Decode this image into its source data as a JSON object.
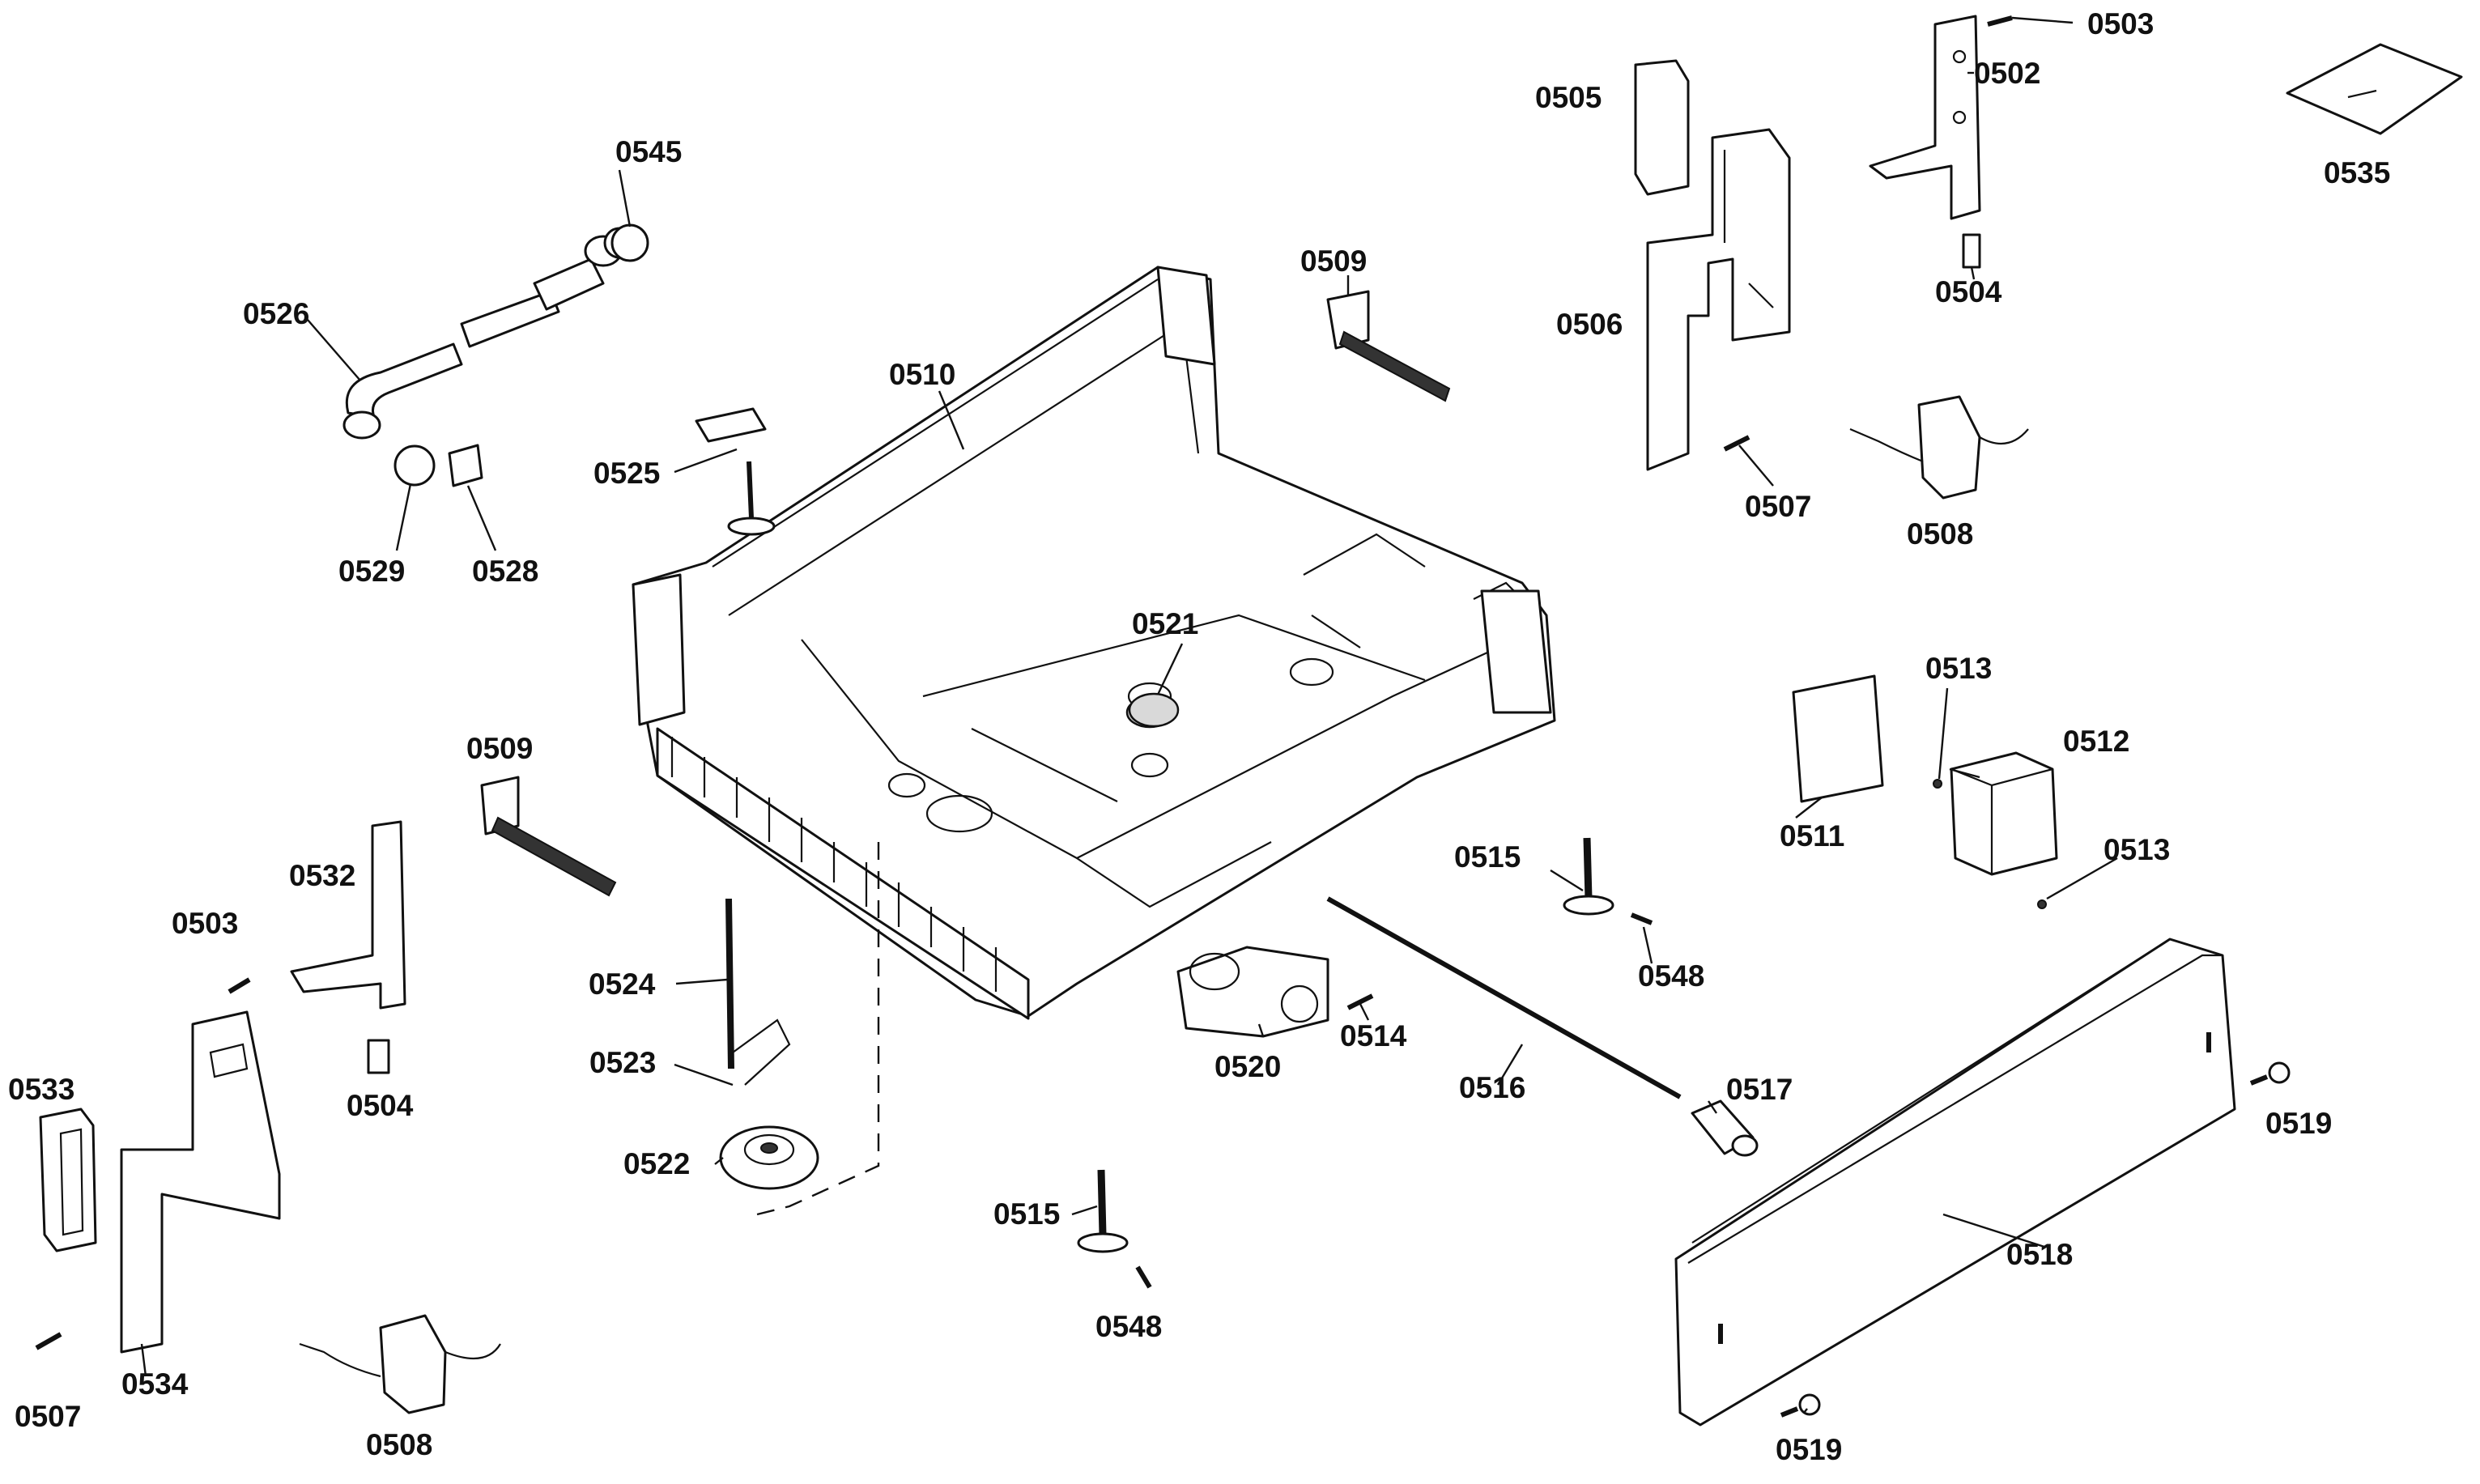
{
  "diagram": {
    "type": "exploded-parts-diagram",
    "callouts": [
      {
        "id": "c-0503-top",
        "label": "0503"
      },
      {
        "id": "c-0502",
        "label": "0502"
      },
      {
        "id": "c-0505",
        "label": "0505"
      },
      {
        "id": "c-0535",
        "label": "0535"
      },
      {
        "id": "c-0545",
        "label": "0545"
      },
      {
        "id": "c-0509-top",
        "label": "0509"
      },
      {
        "id": "c-0504-top",
        "label": "0504"
      },
      {
        "id": "c-0526",
        "label": "0526"
      },
      {
        "id": "c-0506",
        "label": "0506"
      },
      {
        "id": "c-0510",
        "label": "0510"
      },
      {
        "id": "c-0525",
        "label": "0525"
      },
      {
        "id": "c-0507-top",
        "label": "0507"
      },
      {
        "id": "c-0508-top",
        "label": "0508"
      },
      {
        "id": "c-0529",
        "label": "0529"
      },
      {
        "id": "c-0528",
        "label": "0528"
      },
      {
        "id": "c-0521",
        "label": "0521"
      },
      {
        "id": "c-0513-top",
        "label": "0513"
      },
      {
        "id": "c-0512",
        "label": "0512"
      },
      {
        "id": "c-0509-left",
        "label": "0509"
      },
      {
        "id": "c-0511",
        "label": "0511"
      },
      {
        "id": "c-0515-right",
        "label": "0515"
      },
      {
        "id": "c-0513-right",
        "label": "0513"
      },
      {
        "id": "c-0532",
        "label": "0532"
      },
      {
        "id": "c-0503-left",
        "label": "0503"
      },
      {
        "id": "c-0548-right",
        "label": "0548"
      },
      {
        "id": "c-0524",
        "label": "0524"
      },
      {
        "id": "c-0514",
        "label": "0514"
      },
      {
        "id": "c-0520",
        "label": "0520"
      },
      {
        "id": "c-0523",
        "label": "0523"
      },
      {
        "id": "c-0533",
        "label": "0533"
      },
      {
        "id": "c-0504-left",
        "label": "0504"
      },
      {
        "id": "c-0516",
        "label": "0516"
      },
      {
        "id": "c-0517",
        "label": "0517"
      },
      {
        "id": "c-0519-right",
        "label": "0519"
      },
      {
        "id": "c-0522",
        "label": "0522"
      },
      {
        "id": "c-0515-bottom",
        "label": "0515"
      },
      {
        "id": "c-0518",
        "label": "0518"
      },
      {
        "id": "c-0548-bottom",
        "label": "0548"
      },
      {
        "id": "c-0534",
        "label": "0534"
      },
      {
        "id": "c-0507-left",
        "label": "0507"
      },
      {
        "id": "c-0508-bottom",
        "label": "0508"
      },
      {
        "id": "c-0519-bottom",
        "label": "0519"
      }
    ]
  }
}
